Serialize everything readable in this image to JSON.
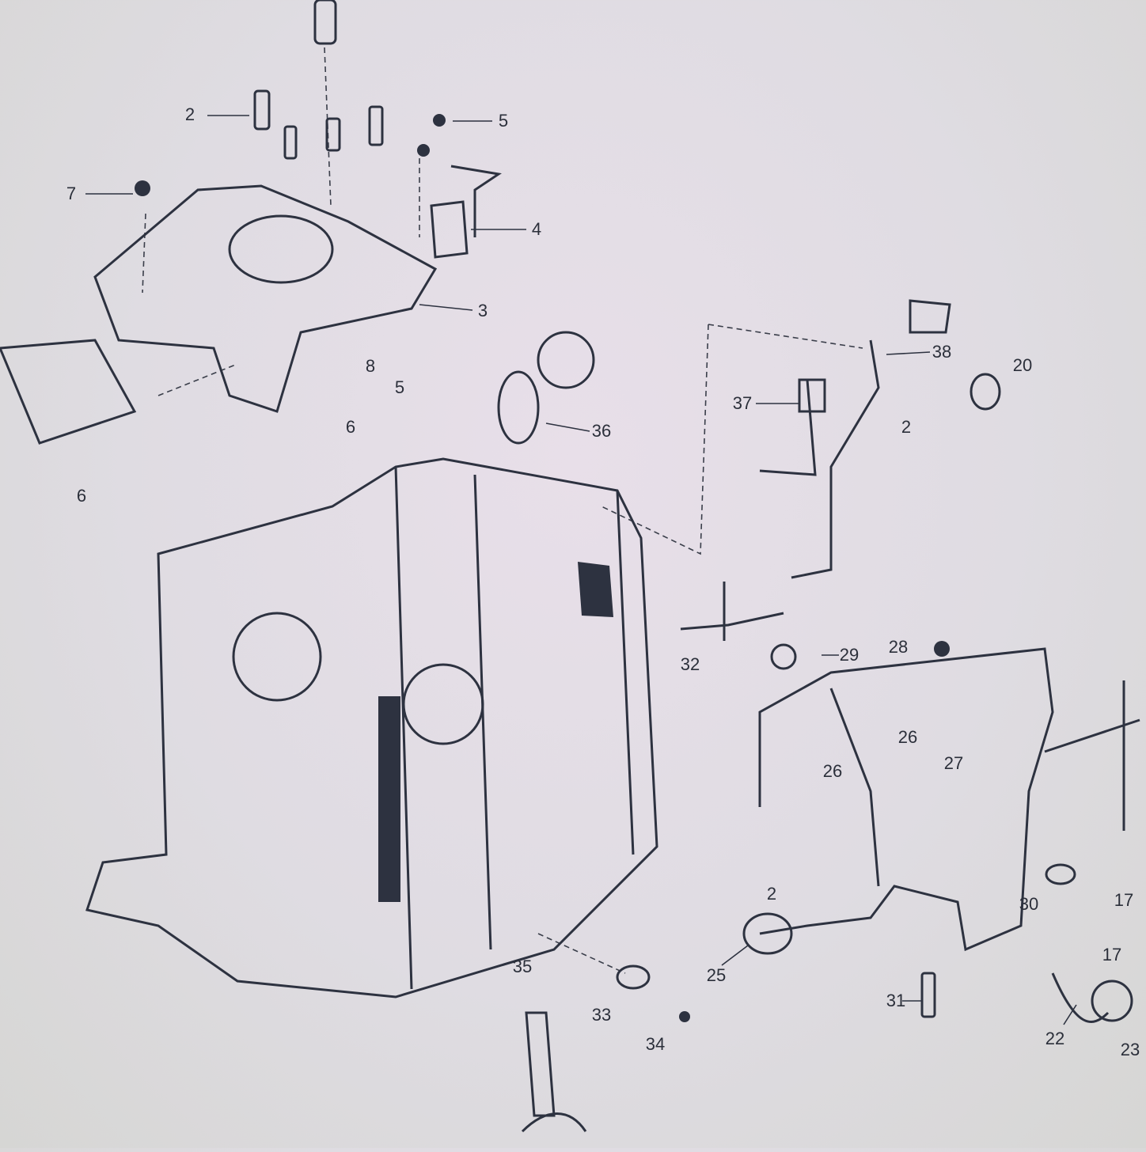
{
  "diagram": {
    "type": "exploded parts diagram (photo of screen)",
    "callouts": [
      "2",
      "5",
      "7",
      "4",
      "3",
      "8",
      "5",
      "6",
      "6",
      "36",
      "38",
      "20",
      "37",
      "2",
      "32",
      "29",
      "28",
      "26",
      "26",
      "27",
      "2",
      "30",
      "17",
      "17",
      "25",
      "31",
      "22",
      "23",
      "35",
      "33",
      "34"
    ]
  },
  "colors": {
    "ink": "#2d3240",
    "background": "#e2dde4"
  }
}
